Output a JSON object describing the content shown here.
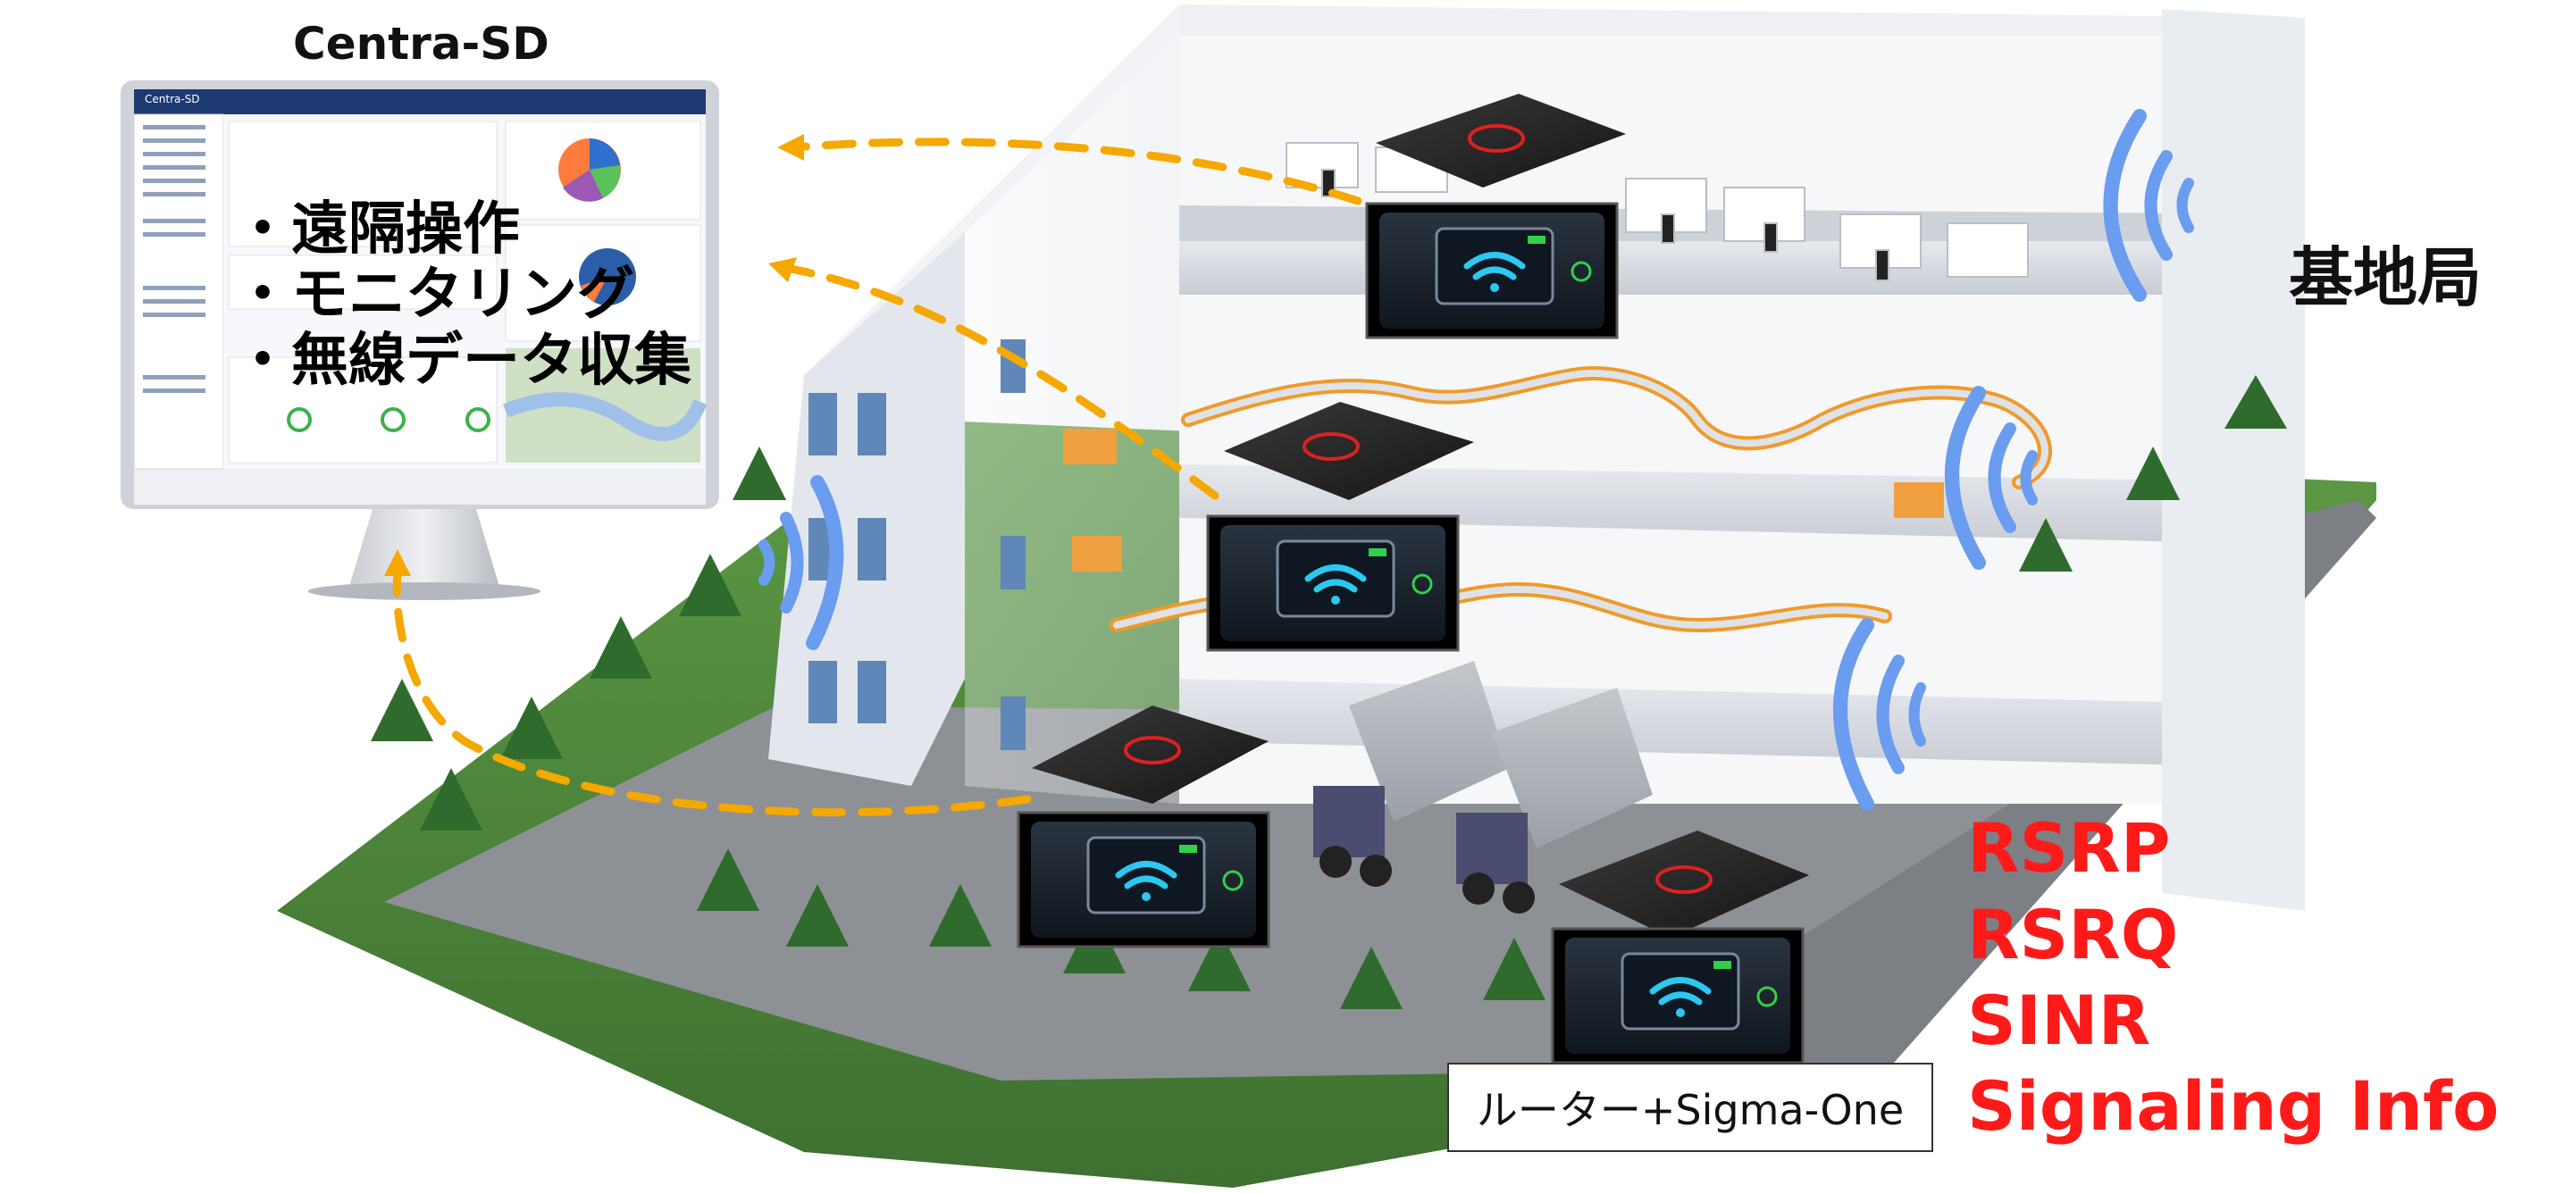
{
  "monitor": {
    "title": "Centra-SD",
    "app_header": "Centra-SD",
    "bullets": [
      "・遠隔操作",
      "・モニタリング",
      "・無線データ収集"
    ]
  },
  "labels": {
    "base_station": "基地局",
    "device_label": "ルーター+Sigma-One"
  },
  "metrics": [
    "RSRP",
    "RSRQ",
    "SINR",
    "Signaling Info"
  ],
  "colors": {
    "metric_red": "#ff1a1a",
    "arrow_orange": "#f5a800",
    "signal_blue": "#6a9cf0",
    "grass": "#4f8a3a",
    "conveyor_orange": "#f09a2a",
    "wifi_cyan": "#2bc8f2"
  },
  "icons": [
    "wifi-icon",
    "signal-wave-icon",
    "power-icon",
    "battery-icon",
    "sigma-logo-icon",
    "tree-icon",
    "truck-icon"
  ]
}
